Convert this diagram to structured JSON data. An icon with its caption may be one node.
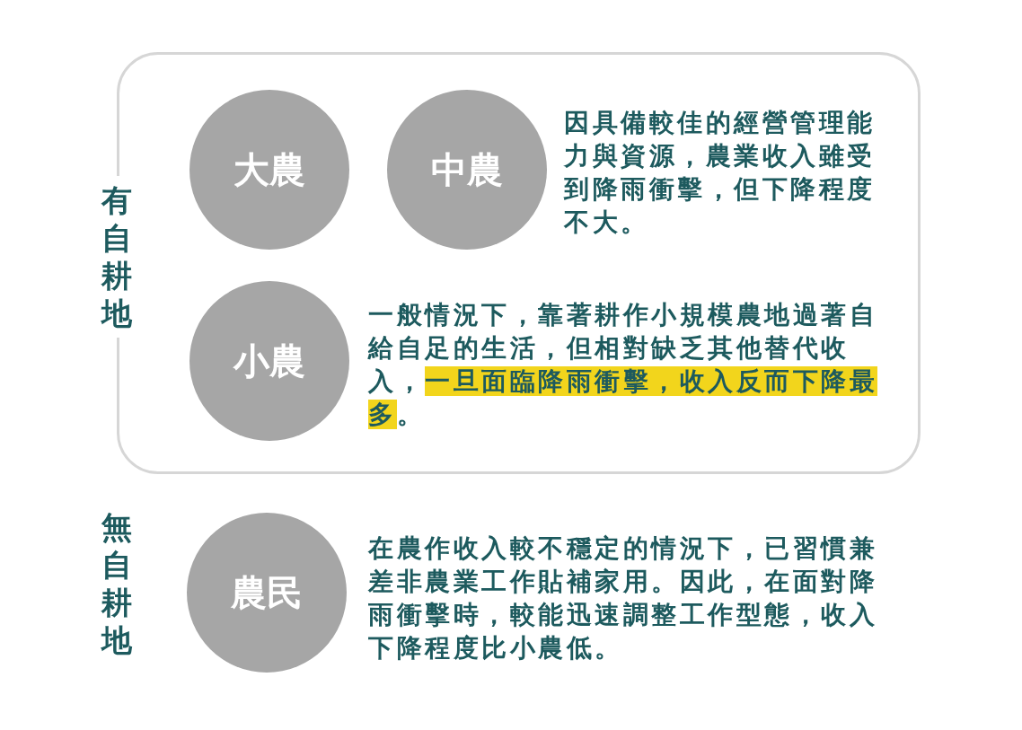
{
  "diagram": {
    "nodes": [
      {
        "text": [
          "有自耕地"
        ]
      },
      {
        "text": [
          "大農"
        ],
        "in": 0
      },
      {
        "text": [
          "中農"
        ],
        "in": 0,
        "beside": [
          "因具備較佳的經營管理能力與資源，農業收入雖受到降雨衝擊，但下降程度不大。"
        ]
      },
      {
        "text": [
          "小農"
        ],
        "in": 0,
        "beside": [
          "一般情況下，靠著耕作小規模農地過著自給自足的生活，但相對缺乏其他替代收入，",
          "一旦面臨降雨衝擊，收入反而下降最多",
          "。"
        ]
      },
      {
        "text": [
          "農民"
        ],
        "beside": [
          "在農作收入較不穩定的情況下，已習慣兼差非農業工作貼補家用。因此，在面對降雨衝擊時，較能迅速調整工作型態，收入下降程度比小農低。"
        ]
      }
    ],
    "edges": [],
    "labels": [
      "無自耕地"
    ]
  }
}
